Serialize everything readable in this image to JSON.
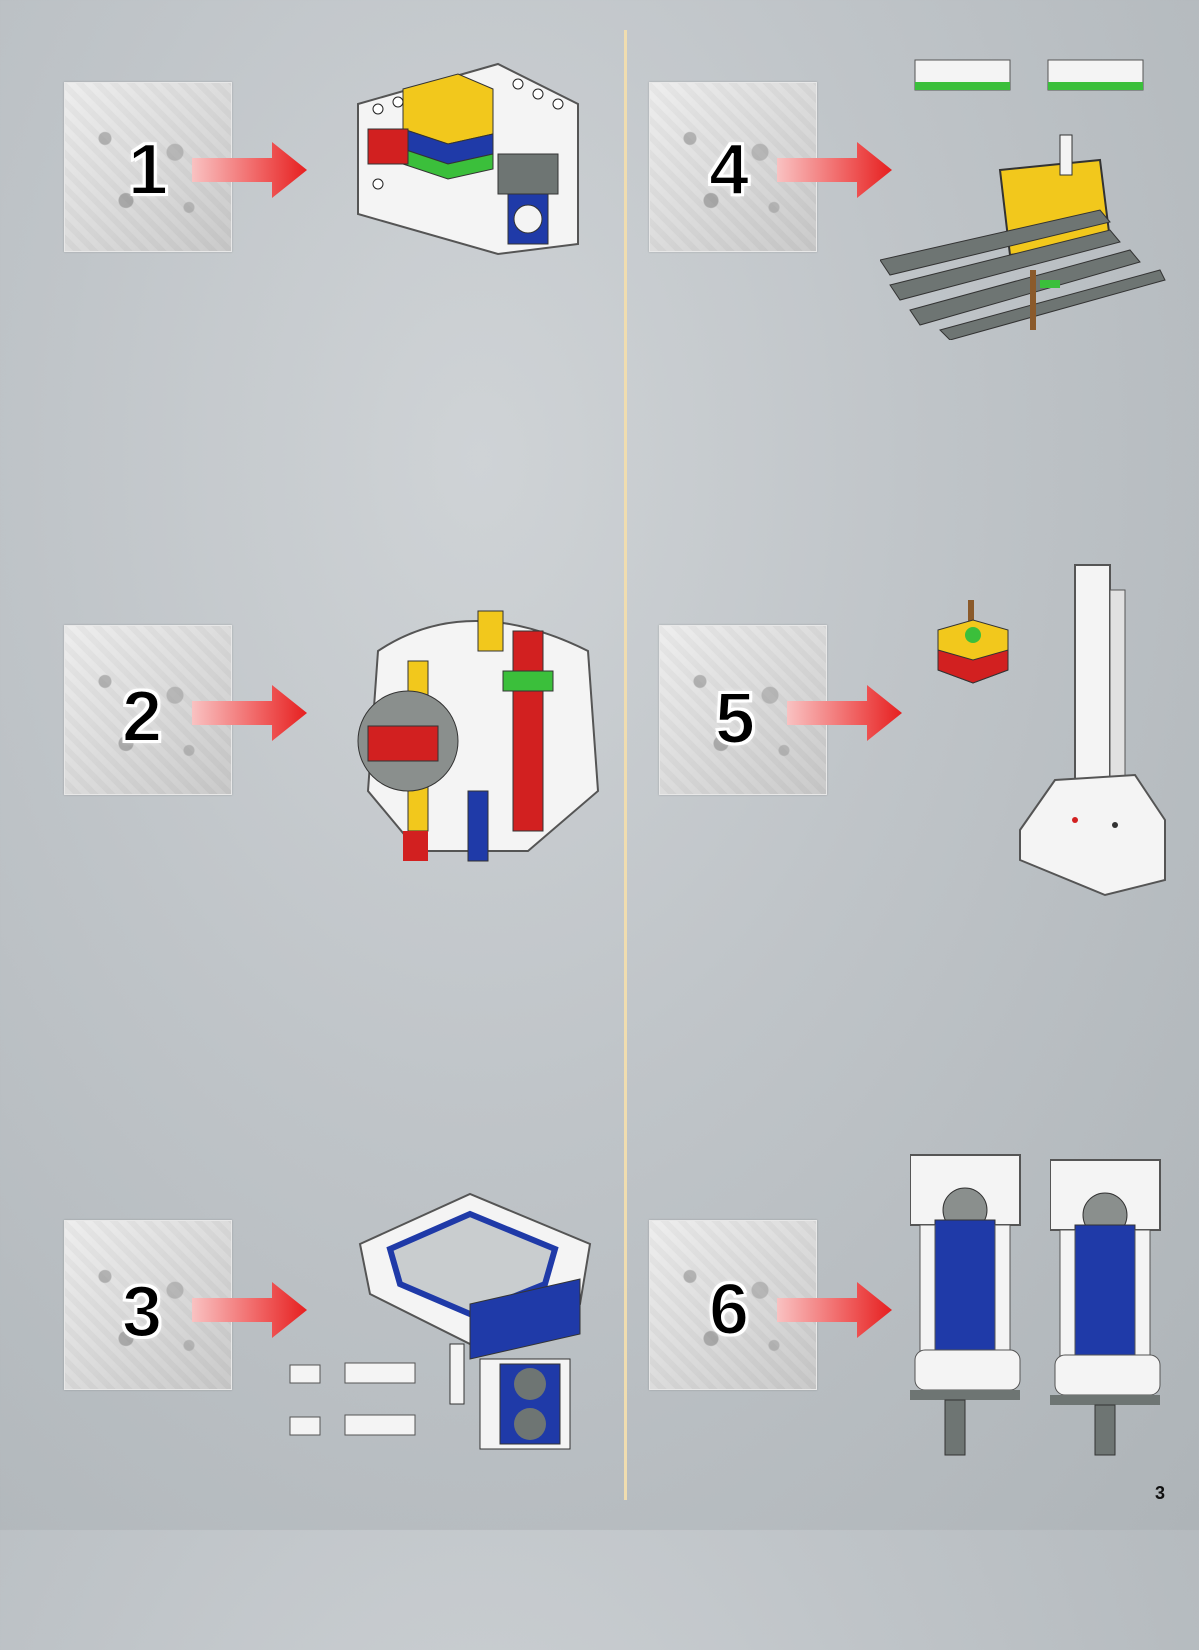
{
  "page": {
    "page_number": "3"
  },
  "steps": [
    {
      "number": "1",
      "bag_icon": "parts-bag-icon",
      "arrow_icon": "arrow-right-icon"
    },
    {
      "number": "2",
      "bag_icon": "parts-bag-icon",
      "arrow_icon": "arrow-right-icon"
    },
    {
      "number": "3",
      "bag_icon": "parts-bag-icon",
      "arrow_icon": "arrow-right-icon"
    },
    {
      "number": "4",
      "bag_icon": "parts-bag-icon",
      "arrow_icon": "arrow-right-icon"
    },
    {
      "number": "5",
      "bag_icon": "parts-bag-icon",
      "arrow_icon": "arrow-right-icon"
    },
    {
      "number": "6",
      "bag_icon": "parts-bag-icon",
      "arrow_icon": "arrow-right-icon"
    }
  ],
  "colors": {
    "arrow": "#e83232",
    "arrow_tail": "#f6a7a7",
    "divider": "#f0ddb0",
    "brick_white": "#f4f4f4",
    "brick_blue": "#1f3aa8",
    "brick_yellow": "#f2c81c",
    "brick_red": "#d22020",
    "brick_green": "#3bbf3b",
    "brick_gray": "#6e7573"
  }
}
